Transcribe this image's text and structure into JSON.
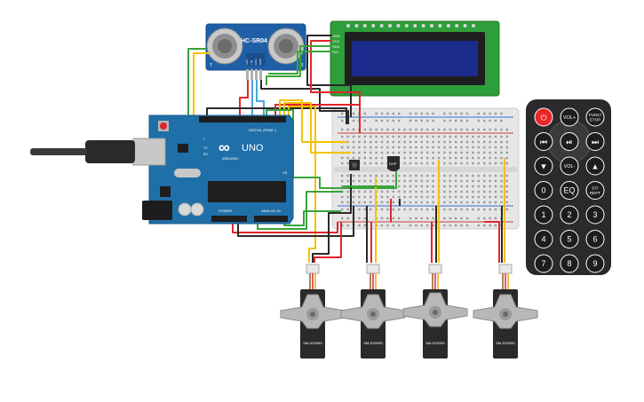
{
  "arduino": {
    "brand": "ARDUINO",
    "model": "UNO",
    "digital_label": "DIGITAL (PWM~)",
    "power_label": "POWER",
    "analog_label": "ANALOG IN",
    "tx": "TX",
    "rx": "RX",
    "on": "ON",
    "l": "L",
    "colors": {
      "board": "#1f6fa8",
      "board_dark": "#155a8a",
      "text": "#ffffff"
    }
  },
  "ultrasonic": {
    "title": "HC-SR04",
    "left_mark": "T",
    "right_mark": "R",
    "pins": [
      "VCC",
      "Trig",
      "Echo",
      "GND"
    ]
  },
  "lcd": {
    "pins": [
      "GND",
      "VCC",
      "SDA",
      "SCL"
    ]
  },
  "sensor": {
    "label": "DHP"
  },
  "servos": [
    {
      "label": "SM-S2309S"
    },
    {
      "label": "SM-S2309S"
    },
    {
      "label": "SM-S2309S"
    },
    {
      "label": "SM-S2309S"
    }
  ],
  "remote": {
    "buttons": [
      {
        "text": "",
        "icon": "power-icon"
      },
      {
        "text": "VOL+"
      },
      {
        "text": "FUNC/\nSTOP"
      },
      {
        "text": "",
        "icon": "rewind-icon"
      },
      {
        "text": "",
        "icon": "play-pause-icon"
      },
      {
        "text": "",
        "icon": "fast-forward-icon"
      },
      {
        "text": "",
        "icon": "down-icon"
      },
      {
        "text": "VOL-"
      },
      {
        "text": "",
        "icon": "up-icon"
      },
      {
        "text": "0"
      },
      {
        "text": "EQ"
      },
      {
        "text": "ST/\nREPT"
      },
      {
        "text": "1"
      },
      {
        "text": "2"
      },
      {
        "text": "3"
      },
      {
        "text": "4"
      },
      {
        "text": "5"
      },
      {
        "text": "6"
      },
      {
        "text": "7"
      },
      {
        "text": "8"
      },
      {
        "text": "9"
      }
    ]
  },
  "wire_colors": {
    "red": "#e0262b",
    "black": "#2a2a2a",
    "yellow": "#f2c200",
    "green": "#3aa43a",
    "blue": "#48a7d8",
    "grey": "#9aa0a6"
  }
}
